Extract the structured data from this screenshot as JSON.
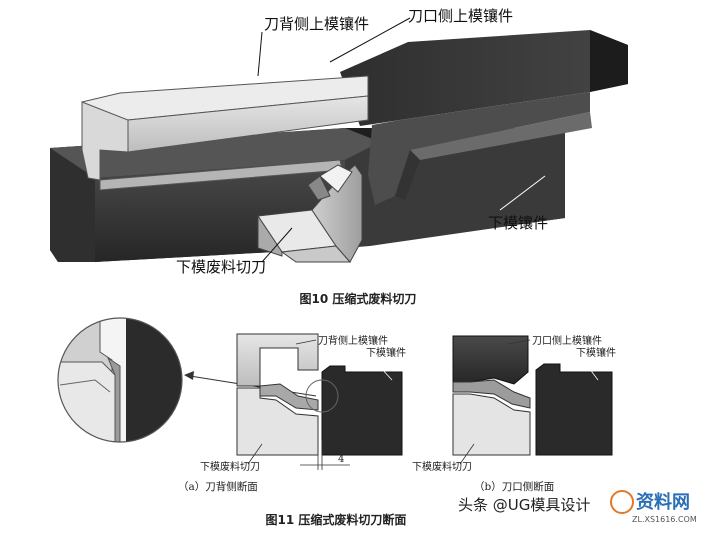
{
  "fig10": {
    "label_knife_back_upper": "刀背侧上模镶件",
    "label_knife_edge_upper": "刀口侧上模镶件",
    "label_lower_insert": "下模镶件",
    "label_scrap_cutter": "下模废料切刀",
    "caption": "图10 压缩式废料切刀"
  },
  "fig11": {
    "a": {
      "label_upper": "刀背侧上模镶件",
      "label_lower": "下模镶件",
      "label_scrap": "下模废料切刀",
      "dimension": "4",
      "caption": "（a）刀背侧断面"
    },
    "b": {
      "label_upper": "刀口侧上模镶件",
      "label_lower": "下模镶件",
      "label_scrap": "下模废料切刀",
      "caption": "（b）刀口侧断面"
    },
    "caption": "图11 压缩式废料切刀断面"
  },
  "watermark": {
    "author": "头条 @UG模具设计",
    "site": "资料网",
    "site_url": "ZL.XS1616.COM"
  }
}
